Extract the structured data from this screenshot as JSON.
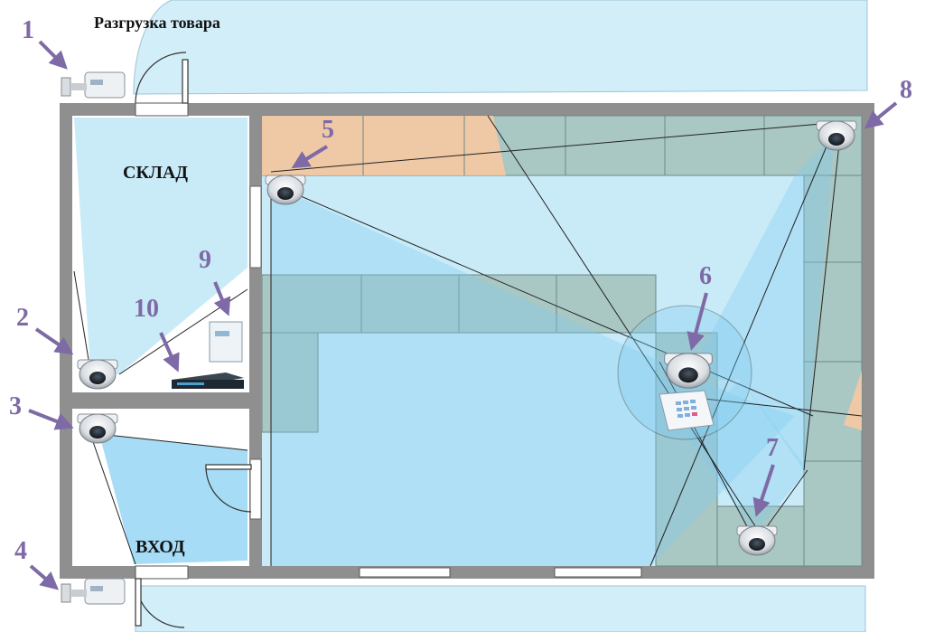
{
  "labels": {
    "unloading": "Разгрузка товара",
    "warehouse": "СКЛАД",
    "entrance": "ВХОД"
  },
  "cameras": [
    {
      "number": "1",
      "kind": "bullet-camera"
    },
    {
      "number": "2",
      "kind": "dome-camera"
    },
    {
      "number": "3",
      "kind": "dome-camera"
    },
    {
      "number": "4",
      "kind": "bullet-camera"
    },
    {
      "number": "5",
      "kind": "dome-camera"
    },
    {
      "number": "6",
      "kind": "dome-camera"
    },
    {
      "number": "7",
      "kind": "dome-camera"
    },
    {
      "number": "8",
      "kind": "dome-camera"
    }
  ],
  "equipment": [
    {
      "number": "9",
      "kind": "power-supply-box"
    },
    {
      "number": "10",
      "kind": "video-recorder"
    }
  ],
  "colors": {
    "coverage": "#a6dcf5",
    "exterior": "#d2eef9",
    "shelving": "#a9c7c3",
    "blind_zone": "#f6c9a3",
    "wall": "#8a8a8a",
    "number_accent": "#7e6aa6"
  }
}
